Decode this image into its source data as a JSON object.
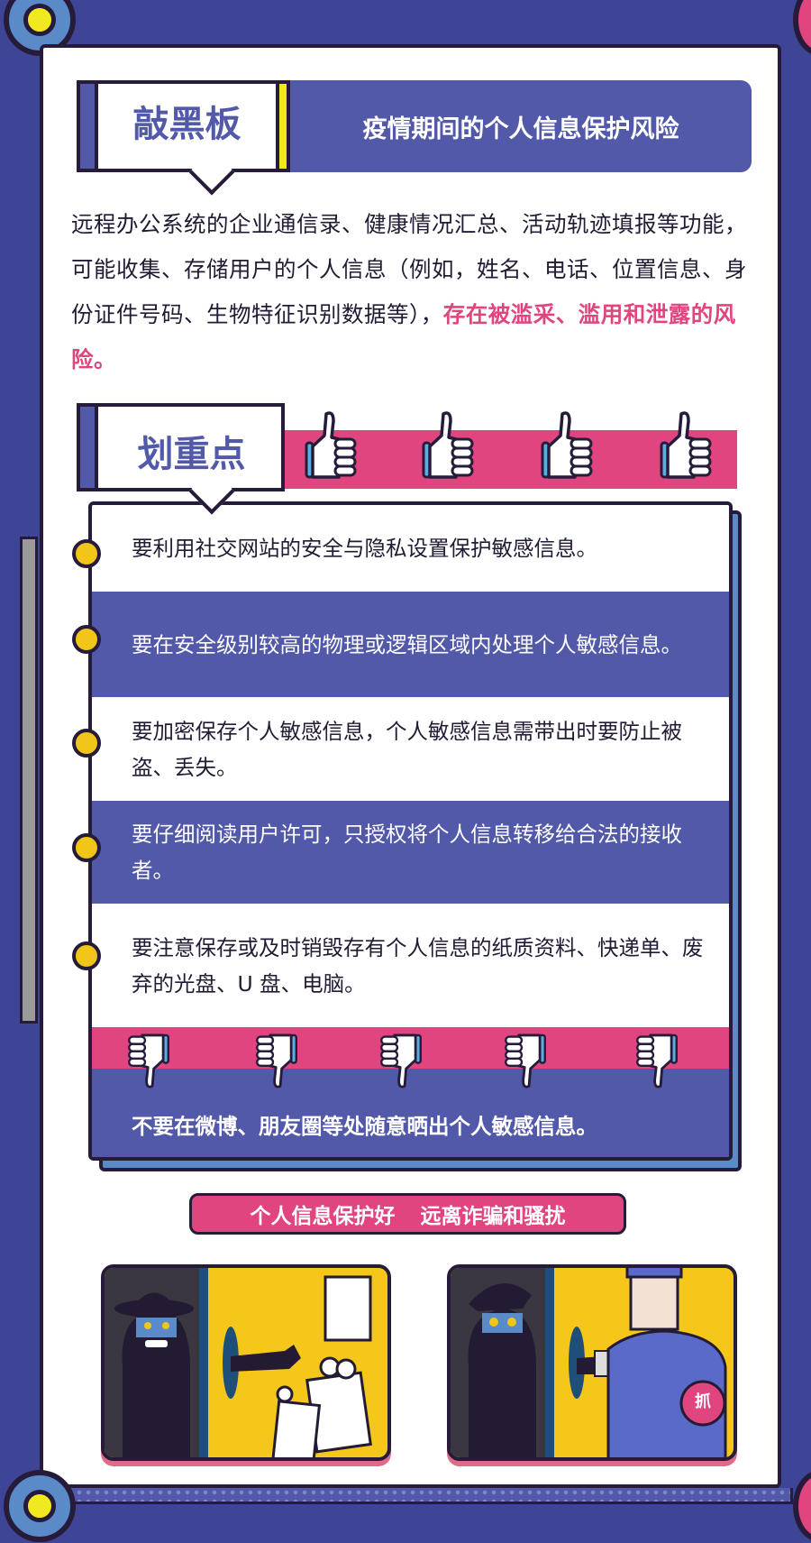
{
  "header": {
    "tag": "敲黑板",
    "title": "疫情期间的个人信息保护风险"
  },
  "intro": {
    "text": "远程办公系统的企业通信录、健康情况汇总、活动轨迹填报等功能，可能收集、存储用户的个人信息（例如，姓名、电话、位置信息、身份证件号码、生物特征识别数据等），",
    "highlight": "存在被滥采、滥用和泄露的风险。"
  },
  "key_points": {
    "tag": "划重点",
    "dos": [
      "要利用社交网站的安全与隐私设置保护敏感信息。",
      "要在安全级别较高的物理或逻辑区域内处理个人敏感信息。",
      "要加密保存个人敏感信息，个人敏感信息需带出时要防止被盗、丢失。",
      "要仔细阅读用户许可，只授权将个人信息转移给合法的接收者。",
      "要注意保存或及时销毁存有个人信息的纸质资料、快递单、废弃的光盘、U 盘、电脑。"
    ],
    "dont": "不要在微博、朋友圈等处随意晒出个人敏感信息。"
  },
  "slogan": {
    "part1": "个人信息保护好",
    "part2": "远离诈骗和骚扰"
  },
  "comic": {
    "badge": "抓"
  },
  "colors": {
    "frame": "#3f4596",
    "blue": "#5259a8",
    "pink": "#e0457f",
    "yellow": "#f1c619",
    "outline": "#261c3a"
  }
}
